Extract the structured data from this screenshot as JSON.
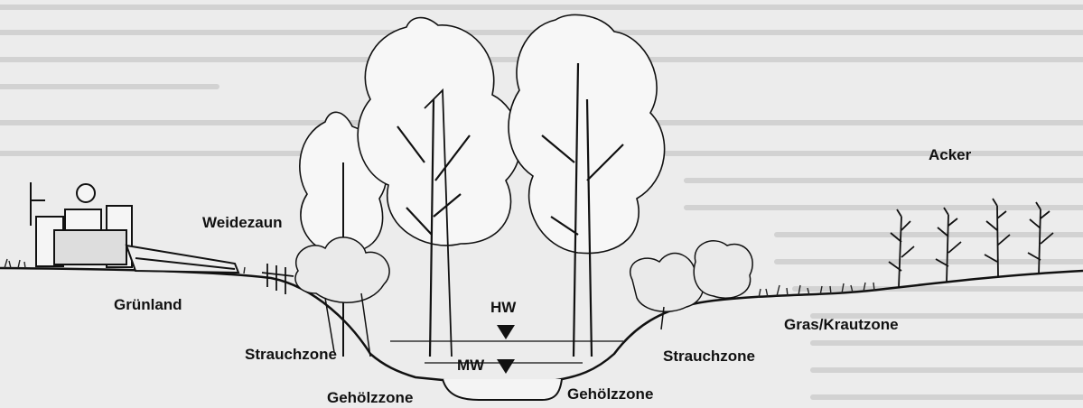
{
  "labels": {
    "acker": "Acker",
    "weidezaun": "Weidezaun",
    "gruenland": "Grünland",
    "strauchzone_left": "Strauchzone",
    "strauchzone_right": "Strauchzone",
    "gehoelzzone_left": "Gehölzzone",
    "gehoelzzone_right": "Gehölzzone",
    "gras_krautzone": "Gras/Krautzone",
    "hw": "HW",
    "mw": "MW"
  },
  "colors": {
    "ink": "#111111",
    "paper": "#ececec",
    "water": "#f4f4f4"
  },
  "icons": [
    "tractor-mower-icon",
    "tree-icon",
    "shrub-icon",
    "corn-plant-icon",
    "fence-icon",
    "water-level-marker-icon"
  ]
}
